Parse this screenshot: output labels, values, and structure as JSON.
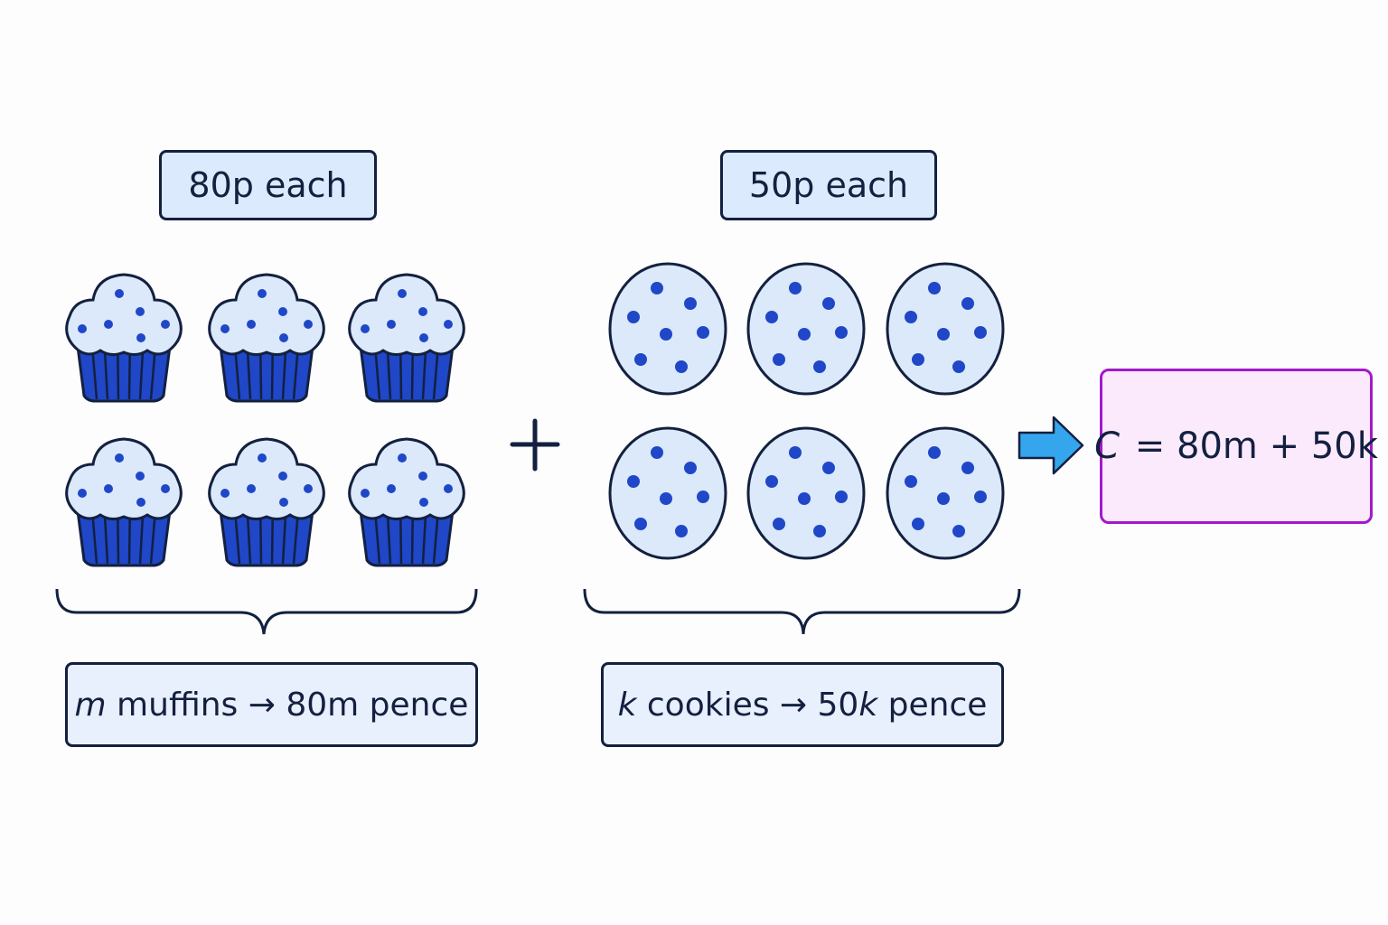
{
  "colors": {
    "outline": "#13203f",
    "accent_blue": "#1f47c8",
    "pale_fill": "#dbe9fa",
    "tag_fill": "#dbeafc",
    "result_border": "#a419c8",
    "result_fill": "#fbe9fc",
    "arrow_fill": "#35a6ee"
  },
  "muffins": {
    "price_label": "80p each",
    "count_shown": 6,
    "icon": "muffin-icon",
    "summary": {
      "variable": "m",
      "rest": " muffins → 80m pence"
    }
  },
  "cookies": {
    "price_label": "50p each",
    "count_shown": 6,
    "icon": "cookie-icon",
    "summary": {
      "variable": "k",
      "mid": " cookies → 50",
      "variable2": "k",
      "rest": " pence"
    }
  },
  "operator": {
    "symbol": "+"
  },
  "result": {
    "variable": "C",
    "rest": " = 80m + 50k"
  },
  "arrow": {
    "icon": "right-arrow-icon"
  }
}
